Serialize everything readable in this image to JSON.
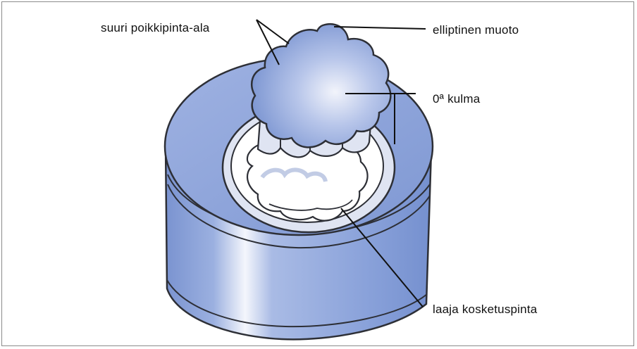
{
  "colors": {
    "body_blue": "#8da5d9",
    "body_dark": "#6f88c6",
    "body_light": "#c5d2ef",
    "highlight": "#f4f6fc",
    "outline": "#2d2f36",
    "ring_face": "#dfe4f2",
    "recess": "#ffffff"
  },
  "labels": {
    "large_cross_section": "suuri poikkipinta-ala",
    "elliptical_shape": "elliptinen muoto",
    "zero_angle": "0ª kulma",
    "wide_contact_surface": "laaja kosketuspinta"
  }
}
